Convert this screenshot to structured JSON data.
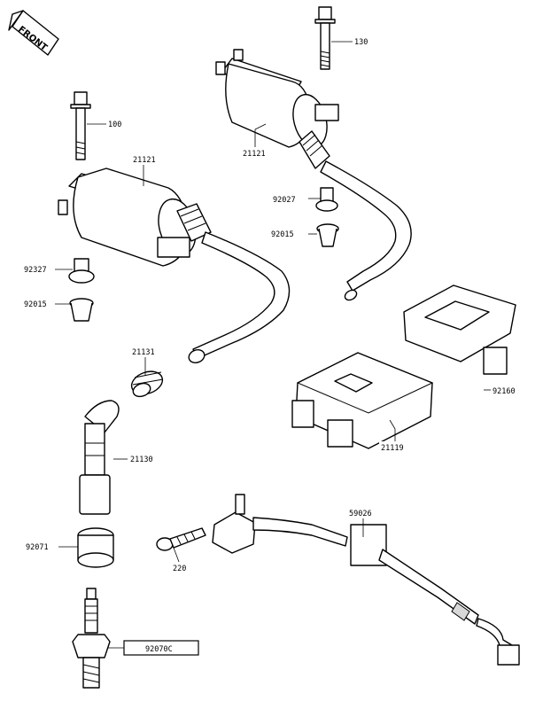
{
  "front_badge": {
    "text": "FRONT"
  },
  "callouts": [
    {
      "id": "c130",
      "label": "130"
    },
    {
      "id": "c100",
      "label": "100"
    },
    {
      "id": "c21121a",
      "label": "21121"
    },
    {
      "id": "c21121b",
      "label": "21121"
    },
    {
      "id": "c92027a",
      "label": "92027"
    },
    {
      "id": "c92015a",
      "label": "92015"
    },
    {
      "id": "c92327",
      "label": "92327"
    },
    {
      "id": "c92015b",
      "label": "92015"
    },
    {
      "id": "c21131",
      "label": "21131"
    },
    {
      "id": "c21130",
      "label": "21130"
    },
    {
      "id": "c92160",
      "label": "92160"
    },
    {
      "id": "c21119",
      "label": "21119"
    },
    {
      "id": "c59026",
      "label": "59026"
    },
    {
      "id": "c92071",
      "label": "92071"
    },
    {
      "id": "c220",
      "label": "220"
    },
    {
      "id": "c92070C",
      "label": "92070C",
      "highlight": true
    }
  ]
}
